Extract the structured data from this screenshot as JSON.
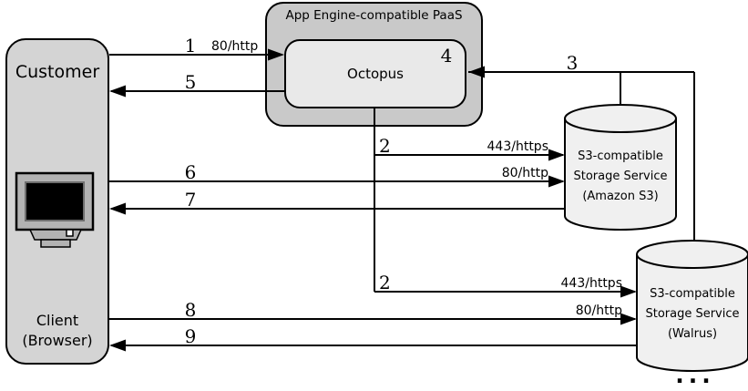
{
  "nodes": {
    "customer": {
      "title": "Customer",
      "client_line1": "Client",
      "client_line2": "(Browser)"
    },
    "paas": {
      "title": "App Engine-compatible PaaS"
    },
    "octopus": {
      "label": "Octopus",
      "step": "4"
    },
    "amazon": {
      "line1": "S3-compatible",
      "line2": "Storage Service",
      "line3": "(Amazon S3)"
    },
    "walrus": {
      "line1": "S3-compatible",
      "line2": "Storage Service",
      "line3": "(Walrus)"
    },
    "more_indicator": "..."
  },
  "edges": {
    "e1": {
      "num": "1",
      "port": "80/http"
    },
    "e5": {
      "num": "5"
    },
    "e3": {
      "num": "3"
    },
    "e2a": {
      "num": "2",
      "port": "443/https"
    },
    "e6": {
      "num": "6",
      "port": "80/http"
    },
    "e7": {
      "num": "7"
    },
    "e2b": {
      "num": "2",
      "port": "443/https"
    },
    "e8": {
      "num": "8",
      "port": "80/http"
    },
    "e9": {
      "num": "9"
    }
  },
  "colors": {
    "customer_fill": "#d4d4d4",
    "paas_fill": "#c9c9c9",
    "octopus_fill": "#e9e9e9",
    "cylinder_fill": "#f0f0f0",
    "monitor_bezel": "#b3b3b3",
    "monitor_screen": "#000000",
    "line": "#000000",
    "background": "#ffffff"
  }
}
